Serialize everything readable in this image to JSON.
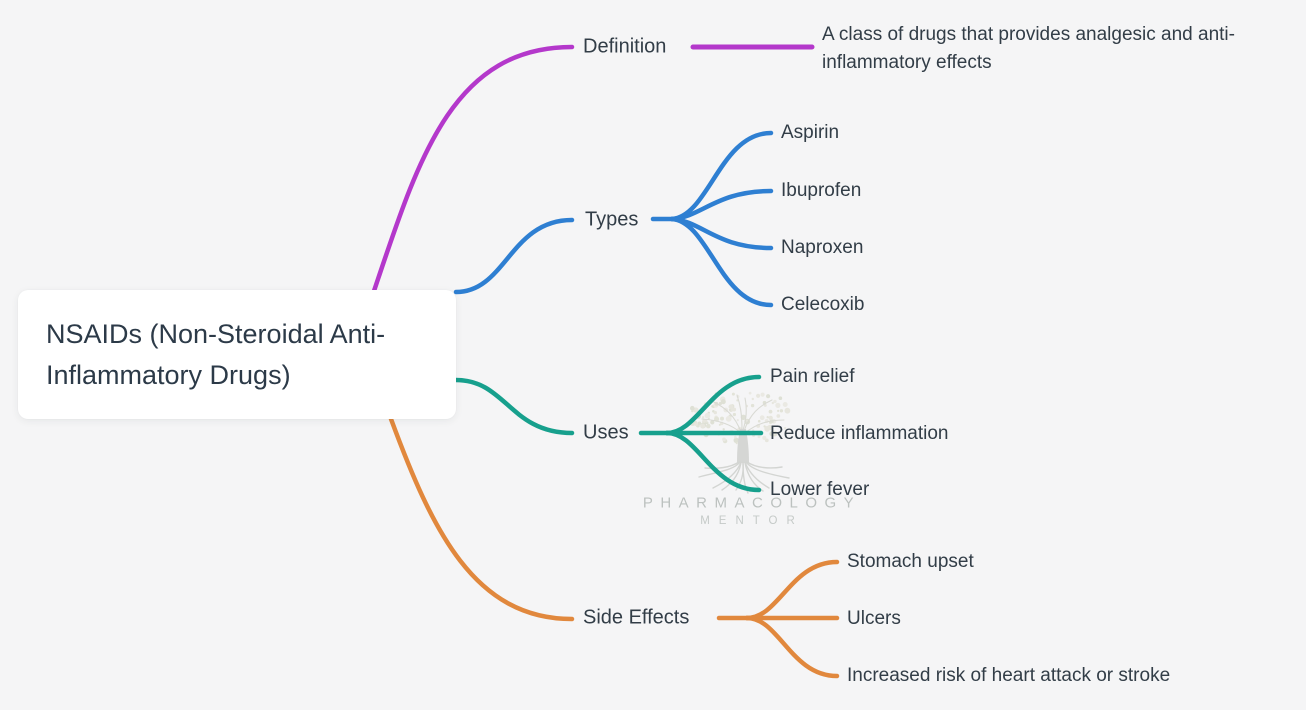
{
  "canvas": {
    "background": "#f5f5f6",
    "text_color": "#323d47"
  },
  "root": {
    "title": "NSAIDs (Non-Steroidal Anti-Inflammatory Drugs)"
  },
  "branches": [
    {
      "id": "definition",
      "label": "Definition",
      "color": "#b438cb",
      "note": "A class of drugs that provides analgesic and anti-inflammatory effects",
      "children": []
    },
    {
      "id": "types",
      "label": "Types",
      "color": "#2e7fd2",
      "children": [
        "Aspirin",
        "Ibuprofen",
        "Naproxen",
        "Celecoxib"
      ]
    },
    {
      "id": "uses",
      "label": "Uses",
      "color": "#17a08d",
      "children": [
        "Pain relief",
        "Reduce inflammation",
        "Lower fever"
      ]
    },
    {
      "id": "side_effects",
      "label": "Side Effects",
      "color": "#e1883d",
      "children": [
        "Stomach upset",
        "Ulcers",
        "Increased risk of heart attack or stroke"
      ]
    }
  ],
  "watermark": {
    "line1": "PHARMACOLOGY",
    "line2": "MENTOR",
    "logo": "tree-logo"
  }
}
